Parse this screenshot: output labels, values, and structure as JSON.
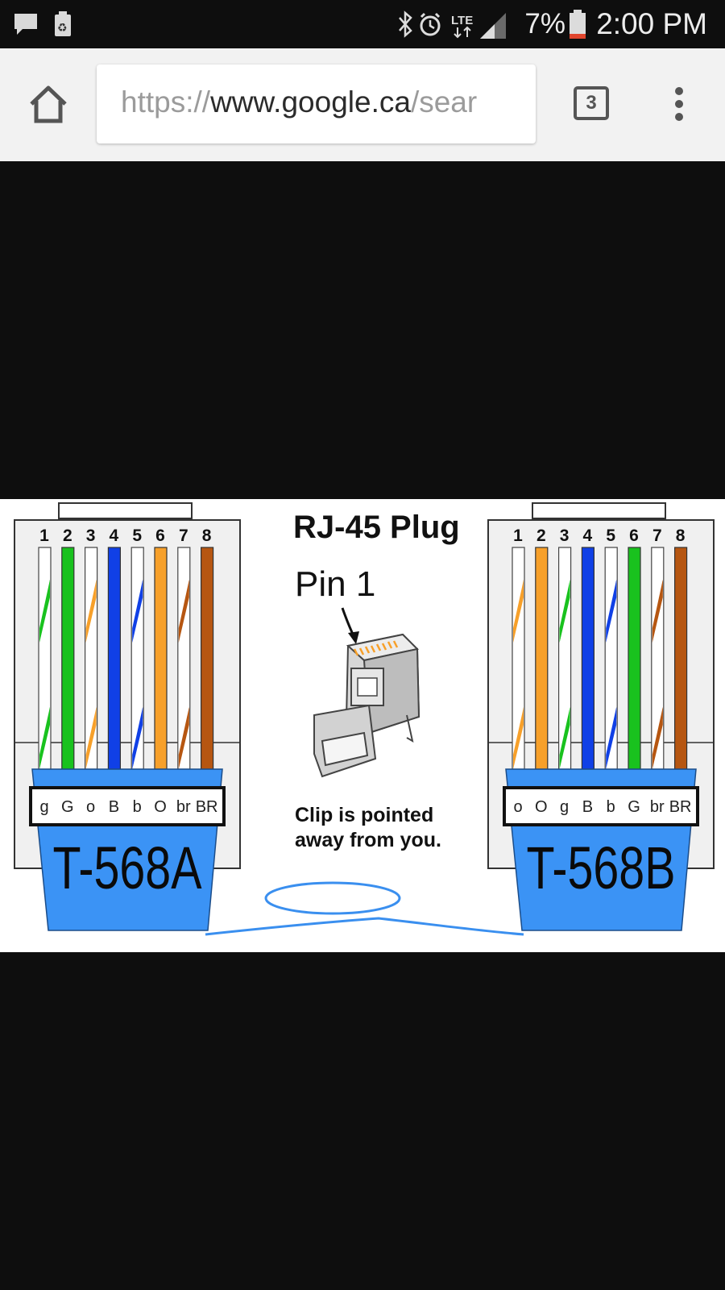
{
  "status_bar": {
    "battery_percent": "7%",
    "time": "2:00 PM",
    "icons": [
      "message-icon",
      "recycle-icon",
      "bluetooth-icon",
      "alarm-icon",
      "lte-icon",
      "signal-icon",
      "battery-icon"
    ],
    "network": "LTE"
  },
  "browser": {
    "url": {
      "scheme": "https://",
      "host": "www.google.ca",
      "path": "/sear"
    },
    "tab_count": "3",
    "icons": [
      "home-icon",
      "tabs-icon",
      "more-menu-icon"
    ]
  },
  "diagram": {
    "title": "RJ-45 Plug",
    "pin_label": "Pin 1",
    "clip_note_line1": "Clip is pointed",
    "clip_note_line2": "away from you.",
    "pin_numbers": [
      "1",
      "2",
      "3",
      "4",
      "5",
      "6",
      "7",
      "8"
    ],
    "t568a": {
      "label": "T-568A",
      "codes": [
        "g",
        "G",
        "o",
        "B",
        "b",
        "O",
        "br",
        "BR"
      ]
    },
    "t568b": {
      "label": "T-568B",
      "codes": [
        "o",
        "O",
        "g",
        "B",
        "b",
        "G",
        "br",
        "BR"
      ]
    },
    "colors": {
      "green": "#19c21e",
      "orange": "#f7a02a",
      "blue": "#1040e6",
      "brown": "#b65611",
      "jacket": "#3b93f5",
      "cable": "#3a8fef"
    }
  }
}
